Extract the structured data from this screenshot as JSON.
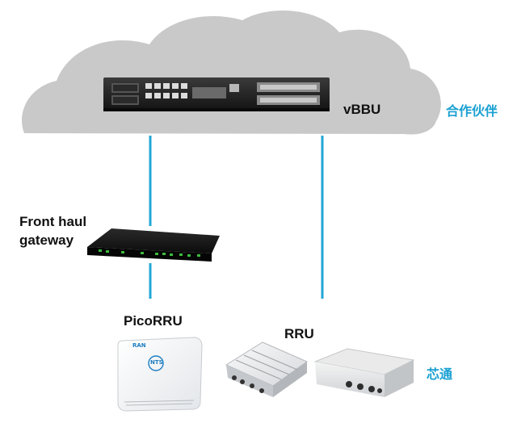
{
  "labels": {
    "vbbu": "vBBU",
    "partner": "合作伙伴",
    "fronthaul_line1": "Front haul",
    "fronthaul_line2": "gateway",
    "picorru": "PicoRRU",
    "rru": "RRU",
    "vendor": "芯通"
  },
  "pico_branding": {
    "brand": "RAN",
    "logo": "NTS"
  },
  "icons": [
    "cloud-shape",
    "server-icon",
    "switch-icon",
    "picorru-icon",
    "rru-icon",
    "rru-box-icon"
  ],
  "colors": {
    "cloud": "#c9c9c9",
    "link": "#22a7d6",
    "accent_text": "#1aa0d2",
    "label_text": "#111111",
    "device_dark": "#1e1e1e",
    "port_green": "#3cbb3c"
  }
}
